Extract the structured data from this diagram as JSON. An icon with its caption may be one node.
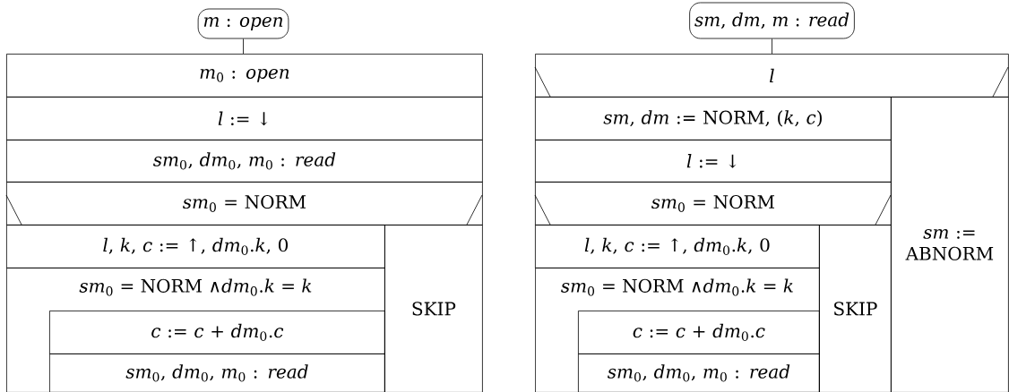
{
  "diagram": {
    "nodes": [
      {
        "text": [
          "*m* : *open*"
        ]
      },
      {
        "text": [
          "*m*$_{0}$ : *open*"
        ]
      },
      {
        "text": [
          "*l* := ↓"
        ]
      },
      {
        "text": [
          "*sm*$_{0}$, *dm*$_{0}$, *m*$_{0}$ : *read*"
        ]
      },
      {
        "text": [
          "*sm*$_{0}$ = NORM"
        ]
      },
      {
        "text": [
          "*l*, *k*, *c* := ↑, *dm*$_{0}$.*k*, 0"
        ]
      },
      {
        "text": [
          "*sm*$_{0}$ = NORM ∧*dm*$_{0}$.*k* = *k*"
        ]
      },
      {
        "text": [
          "*c* := *c* + *dm*$_{0}$.*c*"
        ],
        "in": 6
      },
      {
        "text": [
          "*sm*$_{0}$, *dm*$_{0}$, *m*$_{0}$ : *read*"
        ],
        "in": 6
      },
      {
        "text": [
          "SKIP"
        ]
      },
      {
        "text": [
          "*sm*, *dm*, *m* : *read*"
        ]
      },
      {
        "text": [
          "l"
        ]
      },
      {
        "text": [
          "*sm*, *dm* := NORM, (*k*, *c*)"
        ]
      },
      {
        "text": [
          "*l* := ↓"
        ]
      },
      {
        "text": [
          "*sm*$_{0}$ = NORM"
        ]
      },
      {
        "text": [
          "*l*, *k*, *c* := ↑, *dm*$_{0}$.*k*, 0"
        ]
      },
      {
        "text": [
          "*sm*$_{0}$ = NORM ∧*dm*$_{0}$.*k* = *k*"
        ]
      },
      {
        "text": [
          "*c* := *c* + *dm*$_{0}$.*c*"
        ],
        "in": 16
      },
      {
        "text": [
          "*sm*$_{0}$, *dm*$_{0}$, *m*$_{0}$ : *read*"
        ],
        "in": 16
      },
      {
        "text": [
          "SKIP"
        ]
      },
      {
        "text": [
          "*sm* := ABNORM"
        ]
      }
    ],
    "edges": [
      {
        "from": 0,
        "to": 1,
        "arrow": "none"
      },
      {
        "from": 10,
        "to": 11,
        "arrow": "none"
      }
    ]
  }
}
